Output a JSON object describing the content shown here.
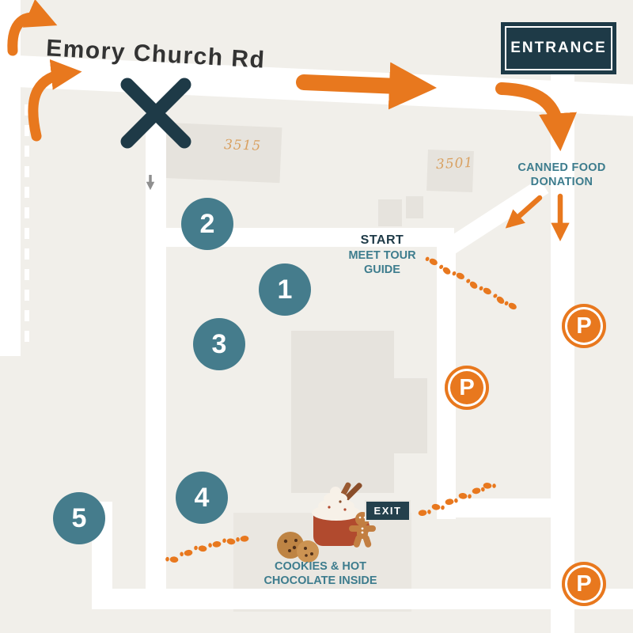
{
  "road": {
    "name": "Emory Church Rd"
  },
  "entrance": {
    "label": "ENTRANCE"
  },
  "exit": {
    "label": "EXIT"
  },
  "buildings": {
    "labels": [
      "3515",
      "3501"
    ]
  },
  "donation": {
    "lines": [
      "CANNED FOOD",
      "DONATION"
    ]
  },
  "start": {
    "title": "START",
    "lines": [
      "MEET TOUR",
      "GUIDE"
    ]
  },
  "cookies": {
    "lines": [
      "COOKIES & HOT",
      "CHOCOLATE INSIDE"
    ]
  },
  "stops": [
    "1",
    "2",
    "3",
    "4",
    "5"
  ],
  "parking": {
    "label": "P"
  },
  "icons": {
    "route": "orange-arrow-icon",
    "blocked": "x-mark-icon",
    "walking_path": "footprints-icon",
    "parking": "parking-icon",
    "refreshments": "hot-chocolate-cookies-gingerbread-icon"
  },
  "colors": {
    "orange": "#E8781E",
    "teal": "#3D7C8D",
    "navy": "#1E3A47",
    "background": "#F1EFEA",
    "building": "#E6E3DD",
    "road": "#FFFFFF",
    "building_label": "#D9A162"
  }
}
